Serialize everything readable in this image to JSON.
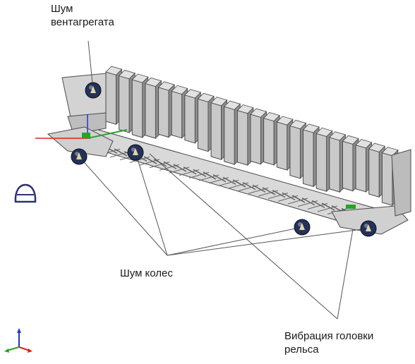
{
  "labels": {
    "fan_noise": [
      "Шум",
      "вентагрегата"
    ],
    "wheel_noise": "Шум колес",
    "rail_vibration": [
      "Вибрация головки",
      "рельса"
    ]
  },
  "colors": {
    "car_fill": "#c9c9c9",
    "car_dark": "#8e8e8e",
    "car_stroke": "#4a4a4a",
    "leader_line": "#555555",
    "source_marker": "#23315c",
    "source_marker_highlight": "#e3d79a",
    "axis_x": "#e02020",
    "axis_y": "#27a327",
    "axis_z": "#2536c8"
  },
  "icons": [
    "sound-source-icon",
    "head-view-icon",
    "coordinate-axes-icon"
  ]
}
